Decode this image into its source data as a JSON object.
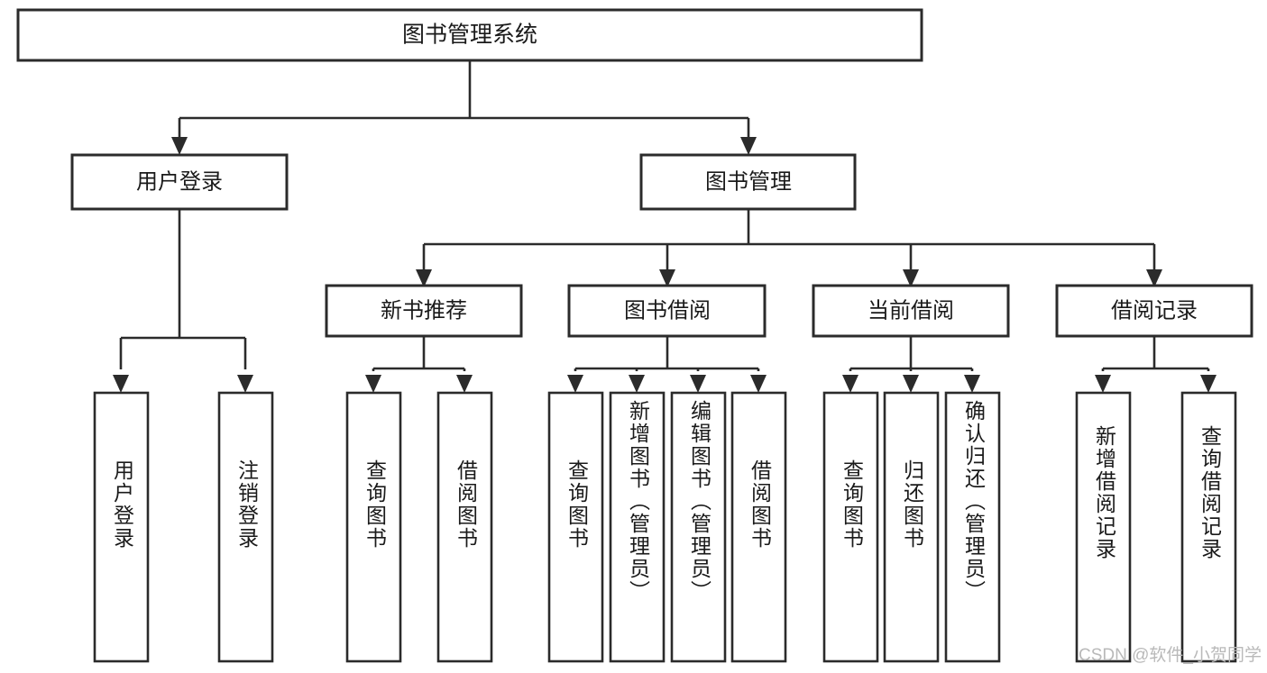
{
  "diagram": {
    "type": "hierarchy-tree",
    "title": "图书管理系统",
    "orientation": "top-down",
    "levels": 4,
    "watermark": "CSDN @软件_小贺同学",
    "root": {
      "label": "图书管理系统",
      "children": [
        {
          "label": "用户登录",
          "children": [
            {
              "label": "用户登录"
            },
            {
              "label": "注销登录"
            }
          ]
        },
        {
          "label": "图书管理",
          "children": [
            {
              "label": "新书推荐",
              "children": [
                {
                  "label": "查询图书"
                },
                {
                  "label": "借阅图书"
                }
              ]
            },
            {
              "label": "图书借阅",
              "children": [
                {
                  "label": "查询图书"
                },
                {
                  "label": "新增图书（管理员）"
                },
                {
                  "label": "编辑图书（管理员）"
                },
                {
                  "label": "借阅图书"
                }
              ]
            },
            {
              "label": "当前借阅",
              "children": [
                {
                  "label": "查询图书"
                },
                {
                  "label": "归还图书"
                },
                {
                  "label": "确认归还（管理员）"
                }
              ]
            },
            {
              "label": "借阅记录",
              "children": [
                {
                  "label": "新增借阅记录"
                },
                {
                  "label": "查询借阅记录"
                }
              ]
            }
          ]
        }
      ]
    },
    "nodes": {
      "root": "图书管理系统",
      "l2": [
        "用户登录",
        "图书管理"
      ],
      "l3": [
        "新书推荐",
        "图书借阅",
        "当前借阅",
        "借阅记录"
      ],
      "leaves_login": [
        "用户登录",
        "注销登录"
      ],
      "leaves_newbook": [
        "查询图书",
        "借阅图书"
      ],
      "leaves_borrow": [
        "查询图书",
        "新增图书（管理员）",
        "编辑图书（管理员）",
        "借阅图书"
      ],
      "leaves_current": [
        "查询图书",
        "归还图书",
        "确认归还（管理员）"
      ],
      "leaves_record": [
        "新增借阅记录",
        "查询借阅记录"
      ]
    },
    "colors": {
      "background": "#ffffff",
      "stroke": "#2b2b2b",
      "text": "#1a1a1a",
      "watermark": "#b9b9b9"
    }
  }
}
